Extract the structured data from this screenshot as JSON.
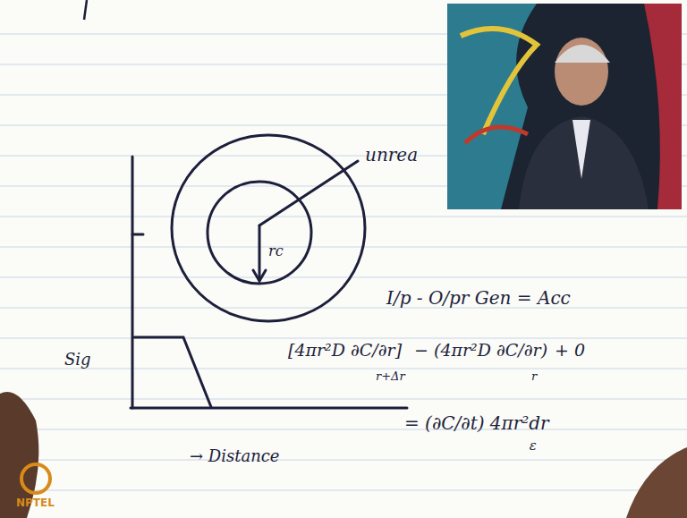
{
  "diagram": {
    "labels": [
      "unrea",
      "I/p - O/pr Gen = Acc",
      "[4πr²D ∂C/∂r]",
      "r+Δr",
      "− (4πr²D ∂C/∂r)",
      "r",
      "+ 0",
      "= (∂C/∂t) 4πr²dr",
      "ε",
      "rc",
      "Sig",
      "→ Distance",
      "NPTEL"
    ]
  }
}
